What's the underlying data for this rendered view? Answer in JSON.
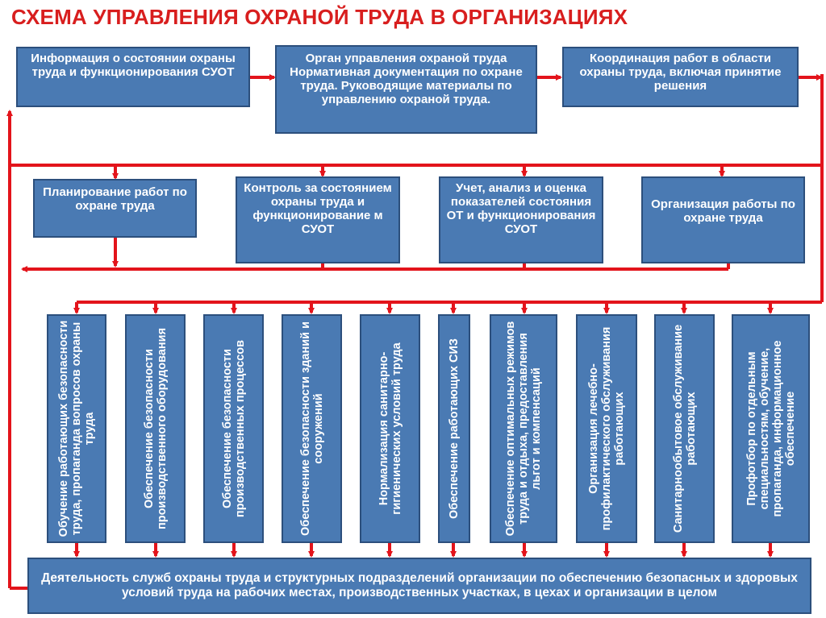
{
  "title": "СХЕМА УПРАВЛЕНИЯ ОХРАНОЙ ТРУДА В ОРГАНИЗАЦИЯХ",
  "top_boxes": [
    "Информация о состоянии охраны труда и функционирования СУОТ",
    "Орган управления охраной труда Нормативная документация по охране труда. Руководящие материалы по управлению охраной труда.",
    "Координация работ в области охраны труда, включая принятие решения"
  ],
  "middle_boxes": [
    "Планирование работ по охране труда",
    "Контроль за состоянием охраны труда и функционирование м СУОТ",
    "Учет, анализ и оценка показателей состояния ОТ и функционирования СУОТ",
    "Организация работы по охране труда"
  ],
  "vertical_boxes": [
    "Обучение работающих безопасности труда, пропаганда вопросов охраны труда",
    "Обеспечение безопасности производственного оборудования",
    "Обеспечение безопасности производственных процессов",
    "Обеспечение безопасности зданий и сооружений",
    "Нормализация санитарно-гигиенических условий труда",
    "Обеспечение работающих СИЗ",
    "Обеспечение оптимальных режимов труда и отдыха, предоставления льгот и компенсаций",
    "Организация лечебно-профилактического обслуживания работающих",
    "Санитарнообытовое обслуживание работающих",
    "Профотбор по отдельным специальностям, обучение, пропаганда, информационное обеспечение"
  ],
  "bottom_box": "Деятельность служб охраны труда и структурных подразделений организации по обеспечению безопасных и здоровых условий труда на рабочих местах, производственных участках, в цехах и организации в целом",
  "colors": {
    "title": "#d81e1e",
    "box_fill": "#4a7ab3",
    "box_border": "#2c4f7c",
    "arrow": "#e3141b"
  }
}
